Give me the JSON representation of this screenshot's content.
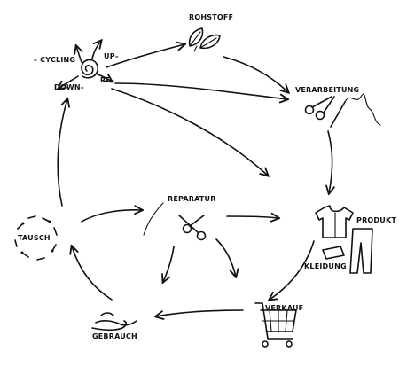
{
  "nodes": {
    "rohstoff": "ROHSTOFF",
    "verarbeitung": "VERARBEITUNG",
    "produkt": "PRODUKT",
    "kleidung": "KLEIDUNG",
    "verkauf": "VERKAUF",
    "gebrauch": "GEBRAUCH",
    "tausch": "TAUSCH",
    "reparatur": "REPARATUR"
  },
  "cycling": {
    "cycling": "– CYCLING",
    "up": "UP–",
    "re": "RE–",
    "down": "DOWN–"
  },
  "icons": {
    "rohstoff": "leaf-icon",
    "verarbeitung": "scissors-needle-icon",
    "produkt": "clothing-icon",
    "verkauf": "shopping-cart-icon",
    "gebrauch": "hand-icon",
    "tausch": "circular-arrows-icon",
    "reparatur": "scissors-thread-icon",
    "cycling": "spiral-arrows-icon"
  }
}
